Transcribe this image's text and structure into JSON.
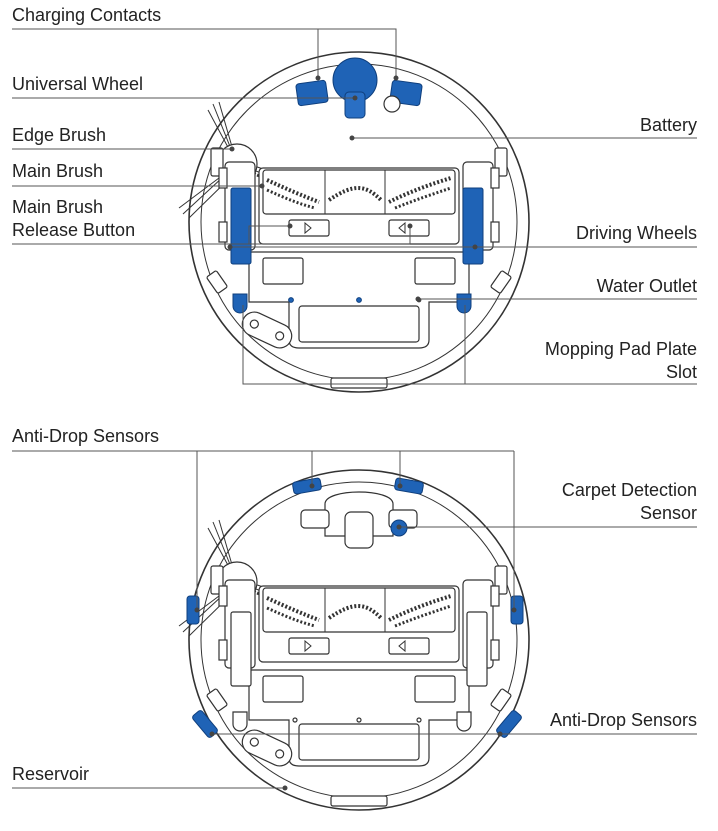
{
  "top_labels": {
    "charging_contacts": "Charging Contacts",
    "universal_wheel": "Universal Wheel",
    "edge_brush": "Edge Brush",
    "main_brush": "Main Brush",
    "main_brush_release_line1": "Main Brush",
    "main_brush_release_line2": "Release Button",
    "battery": "Battery",
    "driving_wheels": "Driving Wheels",
    "water_outlet": "Water Outlet",
    "mopping_pad_line1": "Mopping Pad Plate",
    "mopping_pad_line2": "Slot"
  },
  "bottom_labels": {
    "anti_drop_top": "Anti-Drop Sensors",
    "carpet_line1": "Carpet Detection",
    "carpet_line2": "Sensor",
    "anti_drop_right": "Anti-Drop Sensors",
    "reservoir": "Reservoir"
  },
  "colors": {
    "accent": "#1f63b6",
    "line": "#555555",
    "outline": "#333333"
  }
}
